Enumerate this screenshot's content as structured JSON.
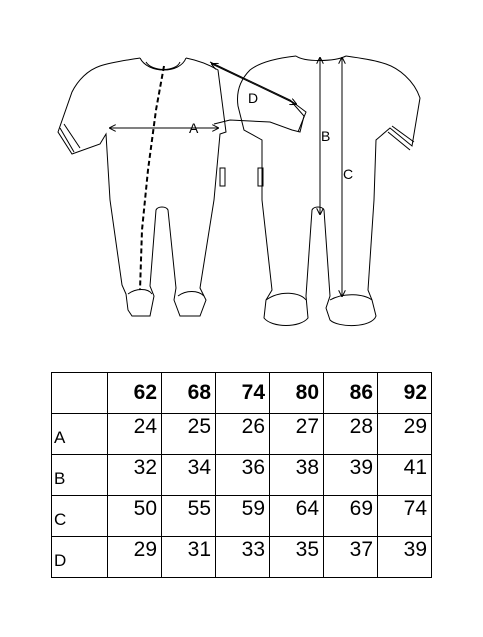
{
  "diagram": {
    "labels": {
      "a": "A",
      "b": "B",
      "c": "C",
      "d": "D"
    }
  },
  "table": {
    "header": [
      "",
      "62",
      "68",
      "74",
      "80",
      "86",
      "92"
    ],
    "rows": [
      {
        "label": "A",
        "values": [
          "24",
          "25",
          "26",
          "27",
          "28",
          "29"
        ]
      },
      {
        "label": "B",
        "values": [
          "32",
          "34",
          "36",
          "38",
          "39",
          "41"
        ]
      },
      {
        "label": "C",
        "values": [
          "50",
          "55",
          "59",
          "64",
          "69",
          "74"
        ]
      },
      {
        "label": "D",
        "values": [
          "29",
          "31",
          "33",
          "35",
          "37",
          "39"
        ]
      }
    ]
  }
}
